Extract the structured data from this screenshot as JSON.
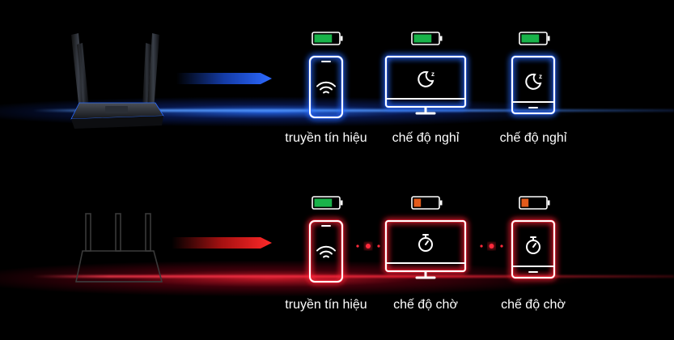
{
  "rows": [
    {
      "glow_color": "#2a74ff",
      "arrow_color": "#1f5bff",
      "device_glow": "#2f6bff",
      "router_icon": "modern-router-icon",
      "devices": [
        {
          "type": "phone",
          "icon": "wifi-icon",
          "label": "truyền tín hiệu",
          "battery_level": 0.75,
          "battery_color": "#19b34a"
        },
        {
          "type": "monitor",
          "icon": "moon-sleep-icon",
          "label": "chế độ nghỉ",
          "battery_level": 0.75,
          "battery_color": "#19b34a"
        },
        {
          "type": "tablet",
          "icon": "moon-sleep-icon",
          "label": "chế độ nghỉ",
          "battery_level": 0.75,
          "battery_color": "#19b34a"
        }
      ],
      "connectors": false
    },
    {
      "glow_color": "#ff2a3a",
      "arrow_color": "#ff1a1a",
      "device_glow": "#ff2a3a",
      "router_icon": "legacy-router-outline-icon",
      "devices": [
        {
          "type": "phone",
          "icon": "wifi-icon",
          "label": "truyền tín hiệu",
          "battery_level": 0.75,
          "battery_color": "#19b34a"
        },
        {
          "type": "monitor",
          "icon": "stopwatch-icon",
          "label": "chế độ chờ",
          "battery_level": 0.3,
          "battery_color": "#e35b1c"
        },
        {
          "type": "tablet",
          "icon": "stopwatch-icon",
          "label": "chế độ chờ",
          "battery_level": 0.3,
          "battery_color": "#e35b1c"
        }
      ],
      "connectors": true
    }
  ]
}
